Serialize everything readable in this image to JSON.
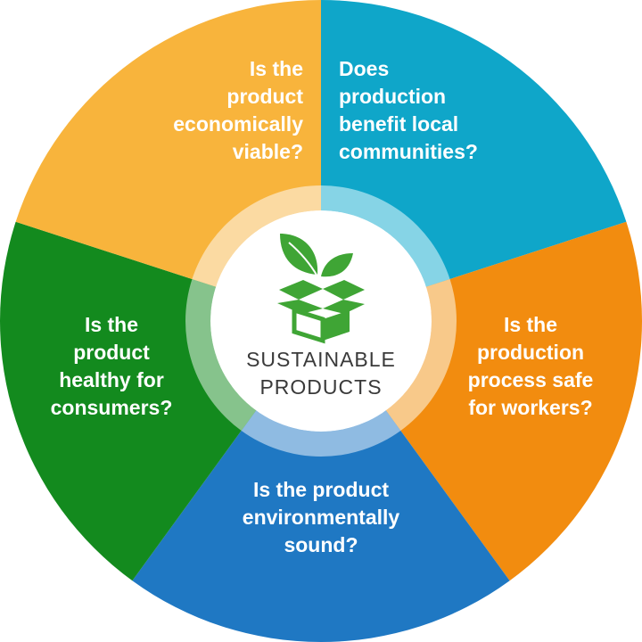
{
  "center": {
    "title": "SUSTAINABLE\nPRODUCTS",
    "icon": "box-with-sprout-icon",
    "icon_color": "#3fa535"
  },
  "segments": [
    {
      "id": "economic",
      "label": "Is the\nproduct\neconomically\nviable?",
      "color": "#0fa6c9",
      "ring_color": "#86d4e6"
    },
    {
      "id": "community",
      "label": "Does\nproduction\nbenefit local\ncommunities?",
      "color": "#f28c0f",
      "ring_color": "#f8c98a"
    },
    {
      "id": "workers",
      "label": "Is the\nproduction\nprocess safe\nfor workers?",
      "color": "#1f78c3",
      "ring_color": "#8fbbe2"
    },
    {
      "id": "environment",
      "label": "Is the product\nenvironmentally\nsound?",
      "color": "#138a1e",
      "ring_color": "#86c38c"
    },
    {
      "id": "health",
      "label": "Is the\nproduct\nhealthy for\nconsumers?",
      "color": "#f8b43c",
      "ring_color": "#fbdaa2"
    }
  ]
}
